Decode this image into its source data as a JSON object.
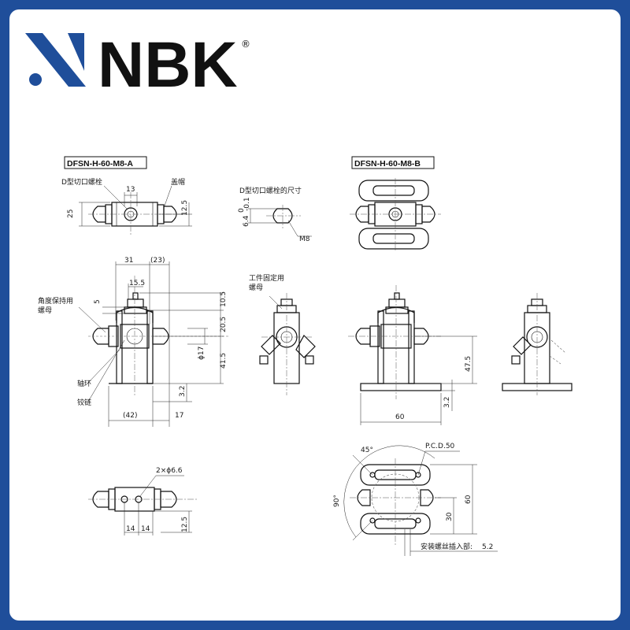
{
  "brand": {
    "name": "NBK",
    "registered": "®",
    "color": "#1f4e9a"
  },
  "views": {
    "a_title": "DFSN-H-60-M8-A",
    "b_title": "DFSN-H-60-M8-B",
    "d_cut_title": "D型切口螺栓的尺寸"
  },
  "labels": {
    "d_cut_bolt": "D型切口螺栓",
    "cap_nut": "盖帽",
    "angle_nut_1": "角度保持用",
    "angle_nut_2": "螺母",
    "work_nut_1": "工件固定用",
    "work_nut_2": "螺母",
    "collar": "轴环",
    "hinge": "铰链",
    "insert_label": "安装螺丝插入部:",
    "insert_value": "5.2",
    "pcd": "P.C.D.50",
    "m8": "M8",
    "holes": "2×ϕ6.6"
  },
  "dims": {
    "d13": "13",
    "d25": "25",
    "d12_5_top": "12.5",
    "d6_4": "6.4",
    "d6_4_tol_upper": "0",
    "d6_4_tol_lower": "-0.1",
    "d31": "31",
    "d23": "(23)",
    "d15_5": "15.5",
    "d5": "5",
    "d10_5": "10.5",
    "d20_5": "20.5",
    "d17_dia": "ϕ17",
    "d41_5": "41.5",
    "d3_2_left": "3.2",
    "d42": "(42)",
    "d17": "17",
    "d47_5": "47.5",
    "d60_w": "60",
    "d3_2_right": "3.2",
    "d45": "45°",
    "d90": "90°",
    "d60_h": "60",
    "d30": "30",
    "d14_a": "14",
    "d14_b": "14",
    "d12_5_bottom": "12.5"
  }
}
